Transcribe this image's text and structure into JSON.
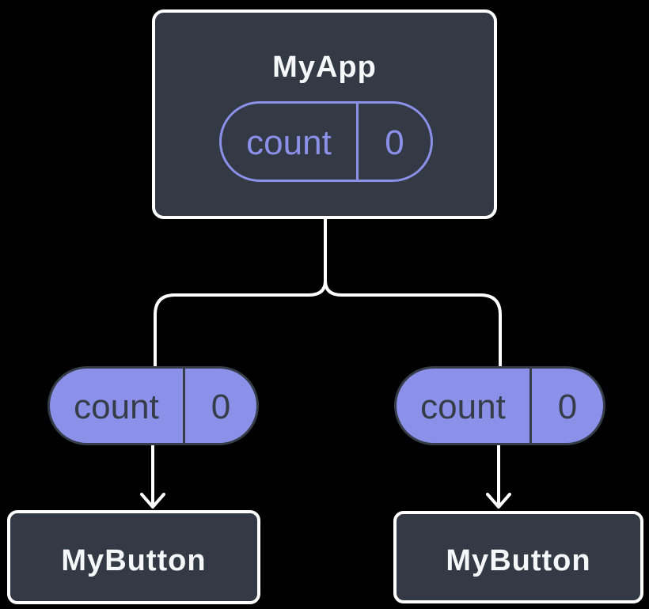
{
  "colors": {
    "background": "#000000",
    "node_fill": "#333A45",
    "node_border": "#FFFFFF",
    "node_text": "#F6F7F9",
    "accent_purple": "#8B90E9",
    "pill_ink_dark": "#363D49",
    "connector": "#FFFFFF"
  },
  "tree": {
    "root": {
      "label": "MyApp",
      "state": {
        "name": "count",
        "value": "0"
      }
    },
    "children": [
      {
        "label": "MyButton",
        "state": {
          "name": "count",
          "value": "0"
        }
      },
      {
        "label": "MyButton",
        "state": {
          "name": "count",
          "value": "0"
        }
      }
    ]
  }
}
